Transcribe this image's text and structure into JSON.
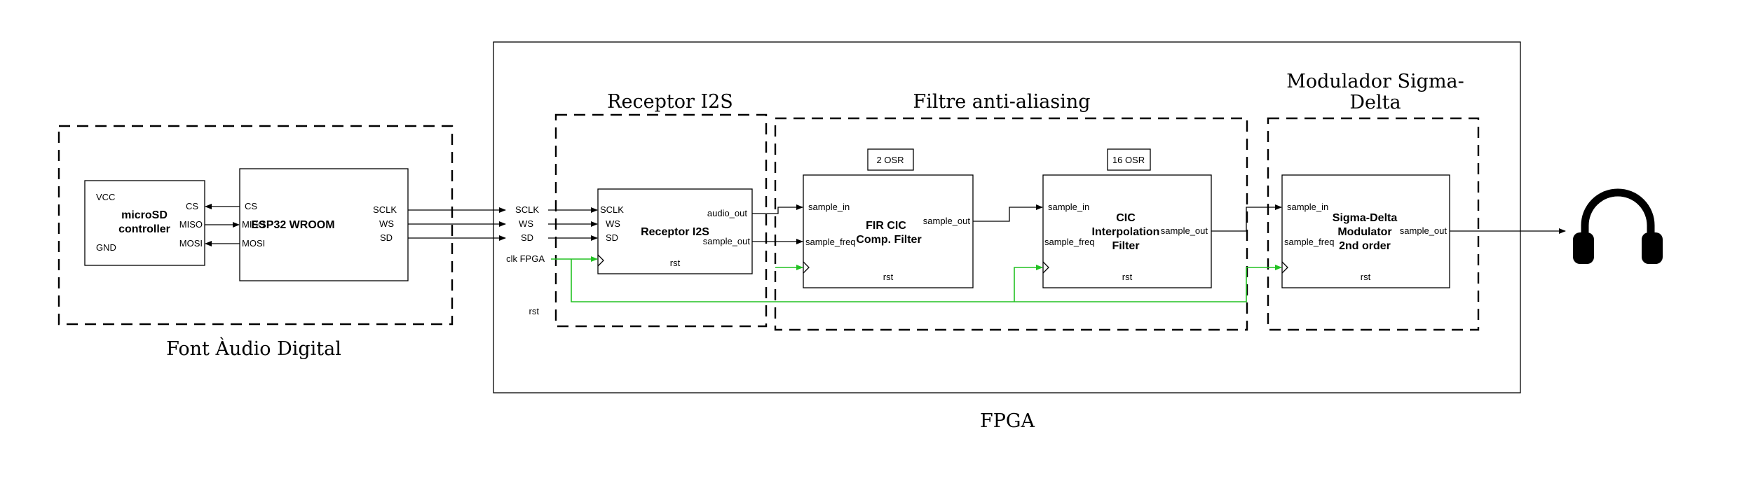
{
  "groups": {
    "source": "Font Àudio Digital",
    "fpga": "FPGA",
    "receptor": "Receptor I2S",
    "filter": "Filtre anti-aliasing",
    "modulator_line1": "Modulador Sigma-",
    "modulator_line2": "Delta"
  },
  "microsd": {
    "name_line1": "microSD",
    "name_line2": "controller",
    "vcc": "VCC",
    "gnd": "GND",
    "cs": "CS",
    "miso": "MISO",
    "mosi": "MOSI"
  },
  "esp32": {
    "name": "ESP32 WROOM",
    "cs": "CS",
    "miso": "MISO",
    "mosi": "MOSI",
    "sclk": "SCLK",
    "ws": "WS",
    "sd": "SD"
  },
  "fpga_inputs": {
    "sclk": "SCLK",
    "ws": "WS",
    "sd": "SD",
    "clk": "clk FPGA",
    "rst": "rst"
  },
  "receptor_block": {
    "name": "Receptor I2S",
    "sclk": "SCLK",
    "ws": "WS",
    "sd": "SD",
    "audio_out": "audio_out",
    "sample_out": "sample_out",
    "rst": "rst"
  },
  "fir": {
    "osr": "2 OSR",
    "name_line1": "FIR CIC",
    "name_line2": "Comp. Filter",
    "sample_in": "sample_in",
    "sample_freq": "sample_freq",
    "sample_out": "sample_out",
    "rst": "rst"
  },
  "cic": {
    "osr": "16 OSR",
    "name_line1": "CIC",
    "name_line2": "Interpolation",
    "name_line3": "Filter",
    "sample_in": "sample_in",
    "sample_freq": "sample_freq",
    "sample_out": "sample_out",
    "rst": "rst"
  },
  "sdm": {
    "name_line1": "Sigma-Delta",
    "name_line2": "Modulator",
    "name_line3": "2nd order",
    "sample_in": "sample_in",
    "sample_freq": "sample_freq",
    "sample_out": "sample_out",
    "rst": "rst"
  },
  "icons": {
    "output": "headphones-icon"
  },
  "colors": {
    "clock_wire": "#22c222",
    "lines": "#000000"
  }
}
